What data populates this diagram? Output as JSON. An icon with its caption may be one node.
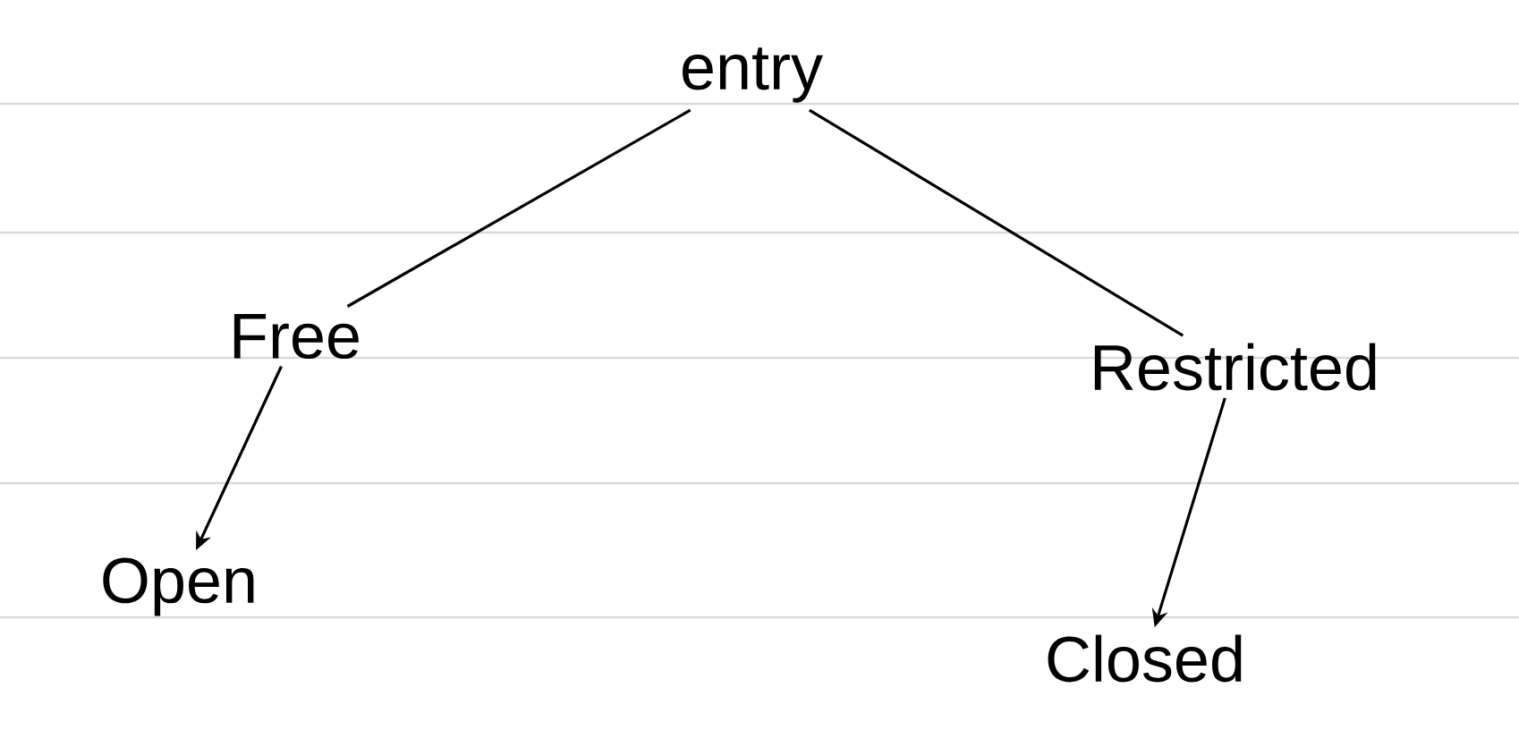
{
  "diagram": {
    "nodes": [
      {
        "text": [
          "entry"
        ]
      },
      {
        "text": [
          "Free"
        ]
      },
      {
        "text": [
          "Restricted"
        ]
      },
      {
        "text": [
          "Open"
        ]
      },
      {
        "text": [
          "Closed"
        ]
      }
    ],
    "edges": [
      {
        "from": 0,
        "to": 1,
        "arrow": "none"
      },
      {
        "from": 0,
        "to": 2,
        "arrow": "none"
      },
      {
        "from": 1,
        "to": 3,
        "arrow": "to"
      },
      {
        "from": 2,
        "to": 4,
        "arrow": "to"
      }
    ]
  }
}
